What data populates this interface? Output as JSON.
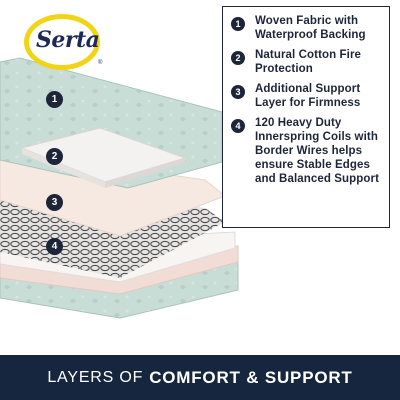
{
  "brand": {
    "name": "Serta",
    "registered": "®"
  },
  "layers": [
    {
      "number": "1",
      "text": "Woven Fabric with Waterproof Backing"
    },
    {
      "number": "2",
      "text": "Natural Cotton Fire Protection"
    },
    {
      "number": "3",
      "text": "Additional Support Layer for Firmness"
    },
    {
      "number": "4",
      "text": "120 Heavy Duty Innerspring Coils with Border Wires helps ensure Stable Edges and Balanced Support"
    }
  ],
  "banner": {
    "light": "LAYERS OF",
    "bold": "COMFORT & SUPPORT"
  },
  "colors": {
    "navy": "#1d2538",
    "banner": "#16263e",
    "fabric": "#c7dcd6",
    "cotton": "#f6e8e0"
  }
}
